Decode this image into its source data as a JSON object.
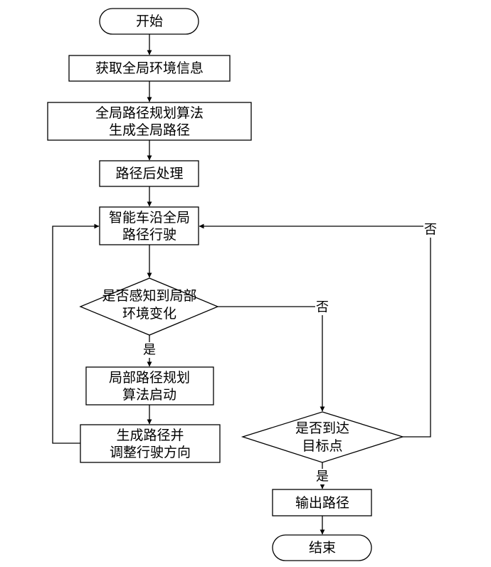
{
  "diagram": {
    "nodes": {
      "start": [
        "开始"
      ],
      "get_env": [
        "获取全局环境信息"
      ],
      "global_plan": [
        "全局路径规划算法",
        "生成全局路径"
      ],
      "post_process": [
        "路径后处理"
      ],
      "drive_global": [
        "智能车沿全局",
        "路径行驶"
      ],
      "detect_change": [
        "是否感知到局部",
        "环境变化"
      ],
      "local_plan": [
        "局部路径规划",
        "算法启动"
      ],
      "gen_adjust": [
        "生成路径并",
        "调整行驶方向"
      ],
      "reached": [
        "是否到达",
        "目标点"
      ],
      "output": [
        "输出路径"
      ],
      "end": [
        "结束"
      ]
    },
    "edges": {
      "detect_yes": "是",
      "detect_no": "否",
      "reached_no": "否",
      "reached_yes": "是"
    }
  }
}
